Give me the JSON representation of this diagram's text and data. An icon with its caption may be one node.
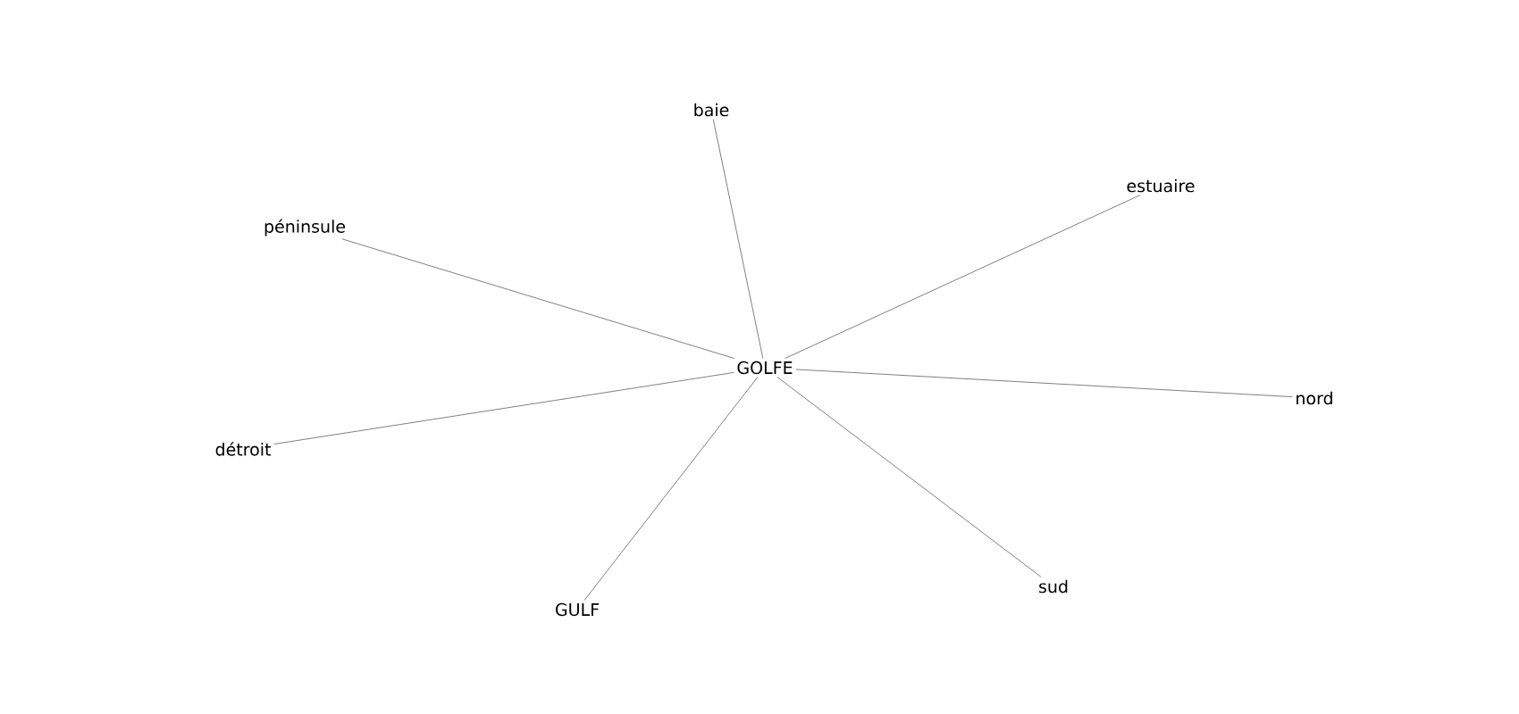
{
  "diagram": {
    "nodes": [
      {
        "text": [
          "baie"
        ]
      },
      {
        "text": [
          "estuaire"
        ]
      },
      {
        "text": [
          "péninsule"
        ]
      },
      {
        "text": [
          "GOLFE"
        ]
      },
      {
        "text": [
          "nord"
        ]
      },
      {
        "text": [
          "détroit"
        ]
      },
      {
        "text": [
          "sud"
        ]
      },
      {
        "text": [
          "GULF"
        ]
      }
    ],
    "edges": [
      {
        "from": 3,
        "to": 0,
        "arrow": "none"
      },
      {
        "from": 3,
        "to": 1,
        "arrow": "none"
      },
      {
        "from": 3,
        "to": 2,
        "arrow": "none"
      },
      {
        "from": 3,
        "to": 4,
        "arrow": "none"
      },
      {
        "from": 3,
        "to": 5,
        "arrow": "none"
      },
      {
        "from": 3,
        "to": 6,
        "arrow": "none"
      },
      {
        "from": 3,
        "to": 7,
        "arrow": "none"
      }
    ]
  }
}
